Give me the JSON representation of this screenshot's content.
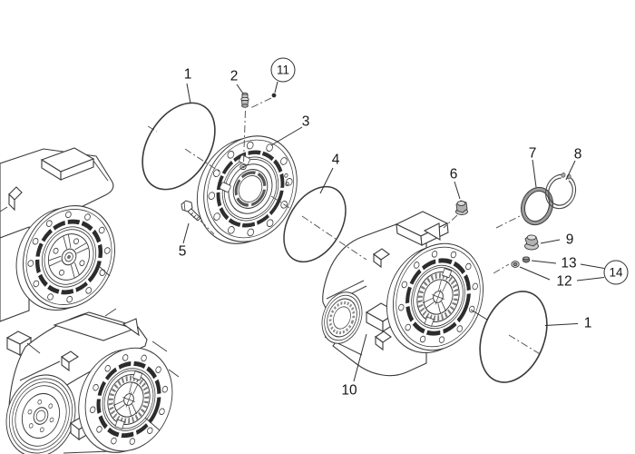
{
  "diagram": {
    "background_color": "#ffffff",
    "line_color": "#3a3a3a",
    "chain_line_color": "#5a5a5a",
    "dark_band_color": "#2c2c2c",
    "shade_color": "#b5b5b5",
    "callouts": [
      {
        "label": "1",
        "part": "o-ring-cover-seal",
        "circled": false
      },
      {
        "label": "2",
        "part": "breather-vent-plug",
        "circled": false
      },
      {
        "label": "3",
        "part": "bearing-cover-flange",
        "circled": false
      },
      {
        "label": "4",
        "part": "o-ring",
        "circled": false
      },
      {
        "label": "5",
        "part": "hex-bolt",
        "circled": false
      },
      {
        "label": "6",
        "part": "top-plug",
        "circled": false
      },
      {
        "label": "7",
        "part": "o-ring-small",
        "circled": false
      },
      {
        "label": "8",
        "part": "retaining-ring",
        "circled": false
      },
      {
        "label": "9",
        "part": "drain-plug",
        "circled": false
      },
      {
        "label": "10",
        "part": "axle-drive-housing",
        "circled": false
      },
      {
        "label": "11",
        "part": "check-ball",
        "circled": true
      },
      {
        "label": "12",
        "part": "sealing-washer",
        "circled": false
      },
      {
        "label": "13",
        "part": "pipe-plug",
        "circled": false
      },
      {
        "label": "14",
        "part": "plug-washer-assembly",
        "circled": true
      },
      {
        "label": "1",
        "part": "o-ring-housing-seal",
        "circled": false
      }
    ]
  }
}
